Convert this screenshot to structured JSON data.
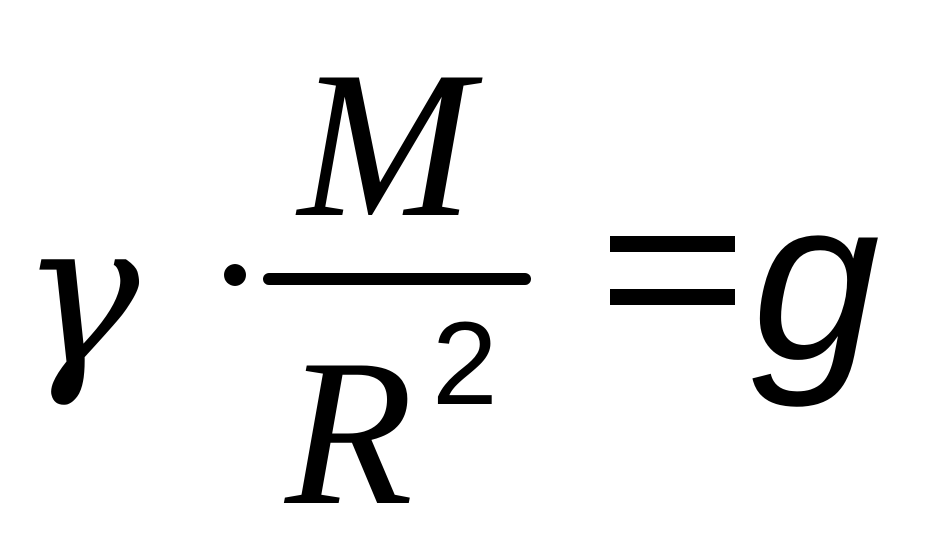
{
  "formula": {
    "coefficient": "γ",
    "operator_multiply": "·",
    "numerator": "M",
    "denominator_base": "R",
    "denominator_exponent": "2",
    "operator_equals": "=",
    "result": "g"
  }
}
